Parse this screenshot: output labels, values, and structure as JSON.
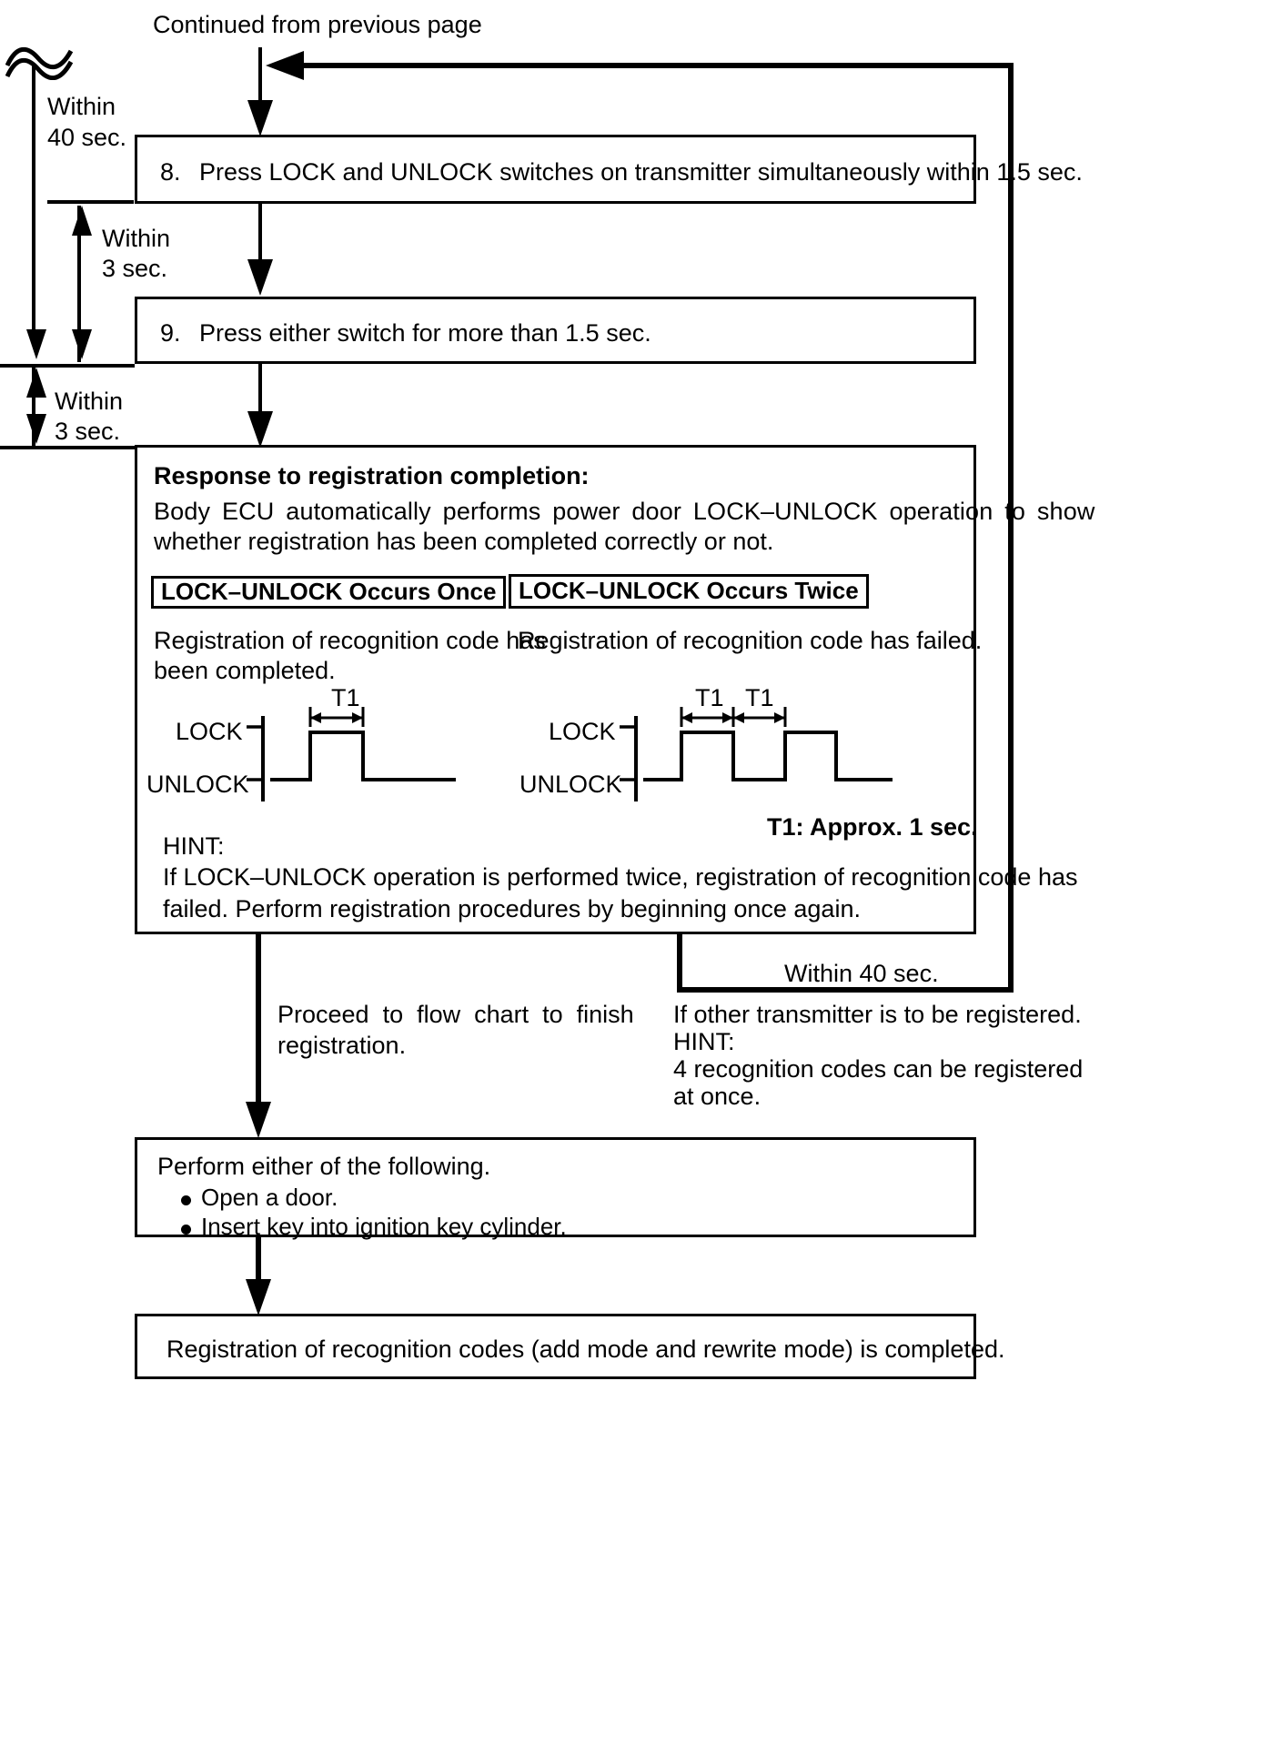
{
  "diagram": {
    "title_top": "Continued from previous page",
    "type": "flowchart",
    "timing_left": {
      "within_40": {
        "line1": "Within",
        "line2": "40 sec."
      },
      "within_3_a": {
        "line1": "Within",
        "line2": "3 sec."
      },
      "within_3_b": {
        "line1": "Within",
        "line2": "3 sec."
      }
    },
    "steps": [
      {
        "number": "8.",
        "text": "Press LOCK and UNLOCK switches on transmitter simultaneously within 1.5 sec."
      },
      {
        "number": "9.",
        "text": "Press either switch for more than 1.5 sec."
      }
    ],
    "response_box": {
      "heading": "Response to registration completion:",
      "body_line1": "Body ECU automatically performs power door LOCK–UNLOCK operation to show",
      "body_line2": "whether registration has been completed correctly or not.",
      "case_left": {
        "label": "LOCK–UNLOCK Occurs Once",
        "desc_line1": "Registration of recognition code has",
        "desc_line2": "been completed.",
        "wave_labels": {
          "high": "LOCK",
          "low": "UNLOCK"
        },
        "markers": [
          "T1"
        ]
      },
      "case_right": {
        "label": "LOCK–UNLOCK Occurs Twice",
        "desc_line1": "Registration of recognition code has failed.",
        "wave_labels": {
          "high": "LOCK",
          "low": "UNLOCK"
        },
        "markers": [
          "T1",
          "T1"
        ],
        "note": "T1: Approx. 1 sec."
      },
      "hint": {
        "title": "HINT:",
        "line1": "If LOCK–UNLOCK operation is performed twice, registration of recognition code has",
        "line2": "failed. Perform registration procedures by beginning once again."
      }
    },
    "branch_left": {
      "line1": "Proceed  to  flow  chart  to  finish",
      "line2": "registration."
    },
    "branch_right": {
      "loop_label": "Within 40 sec.",
      "line1": "If other transmitter is to be registered.",
      "hint_title": "HINT:",
      "line2": "4 recognition codes can be registered",
      "line3": "at once."
    },
    "perform_box": {
      "heading": "Perform either of the following.",
      "bullets": [
        "Open a door.",
        "Insert key into ignition key cylinder."
      ]
    },
    "final_box": {
      "text": "Registration of recognition codes (add mode and rewrite mode) is completed."
    },
    "colors": {
      "ink": "#000000",
      "paper": "#ffffff"
    }
  }
}
